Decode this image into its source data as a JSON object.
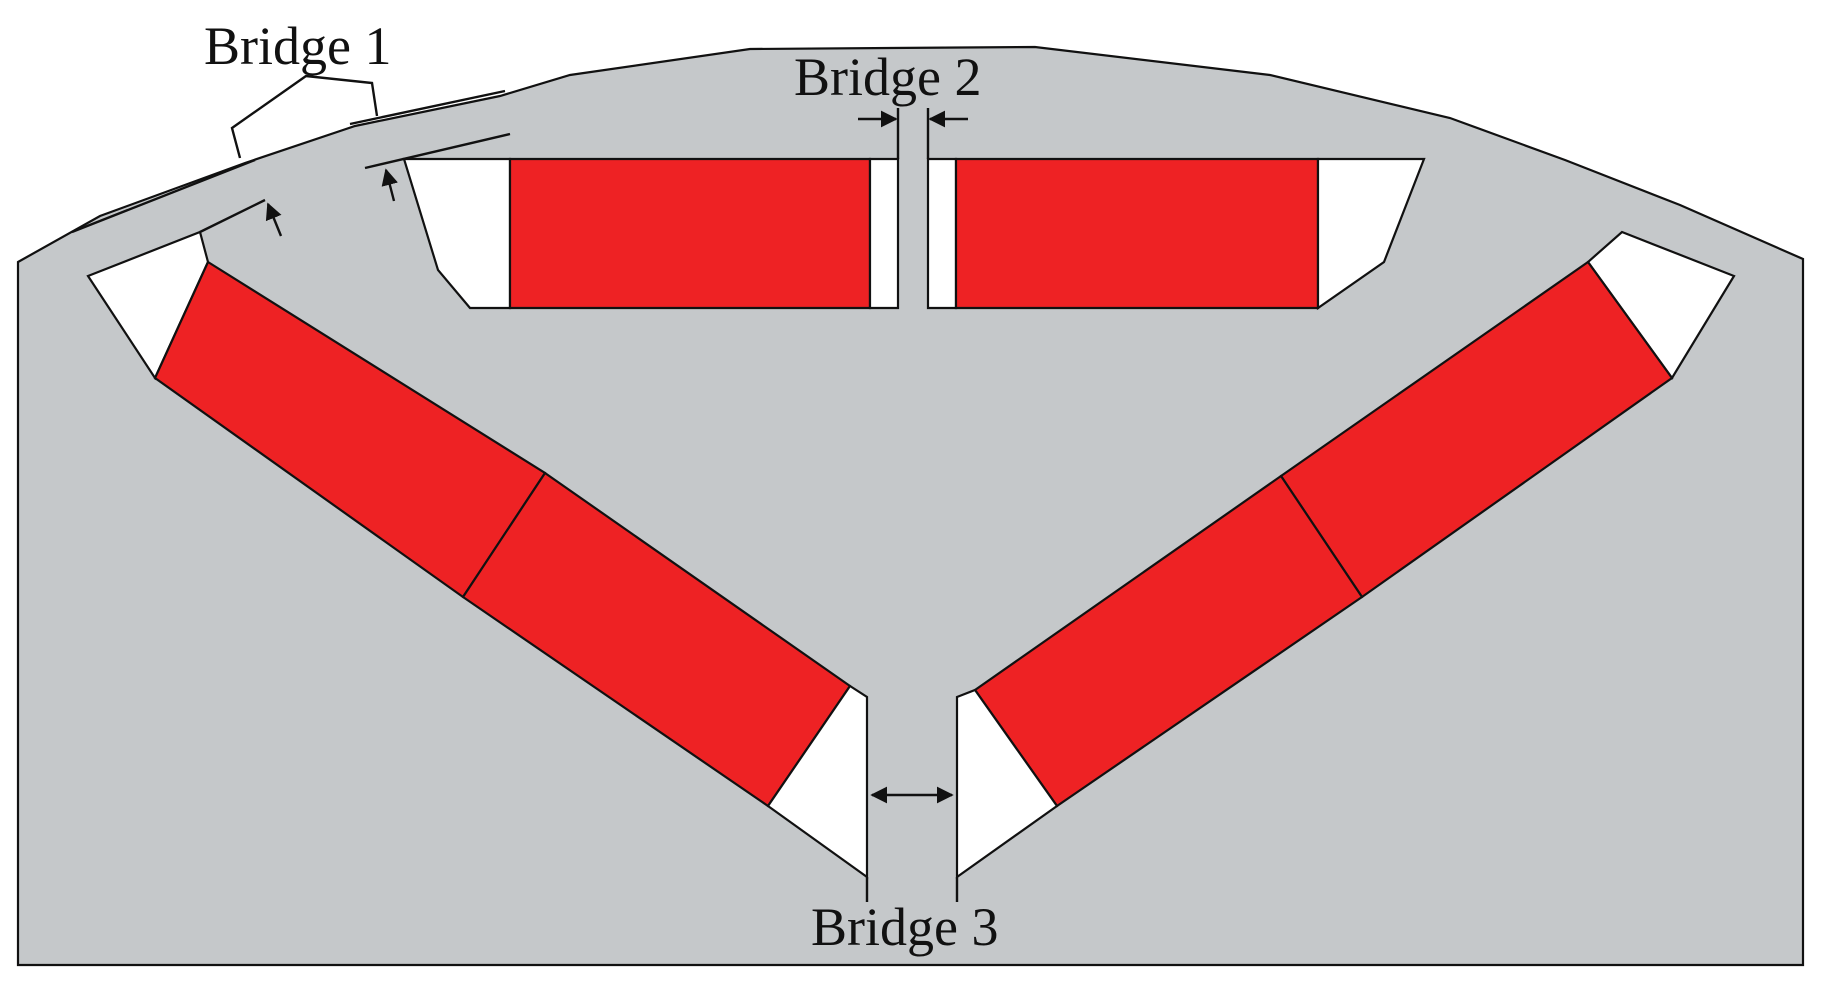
{
  "labels": {
    "bridge1": "Bridge 1",
    "bridge2": "Bridge 2",
    "bridge3": "Bridge 3"
  },
  "colors": {
    "core": "#c5c8ca",
    "magnet": "#ee2224",
    "barrier": "#ffffff",
    "line": "#111111"
  }
}
